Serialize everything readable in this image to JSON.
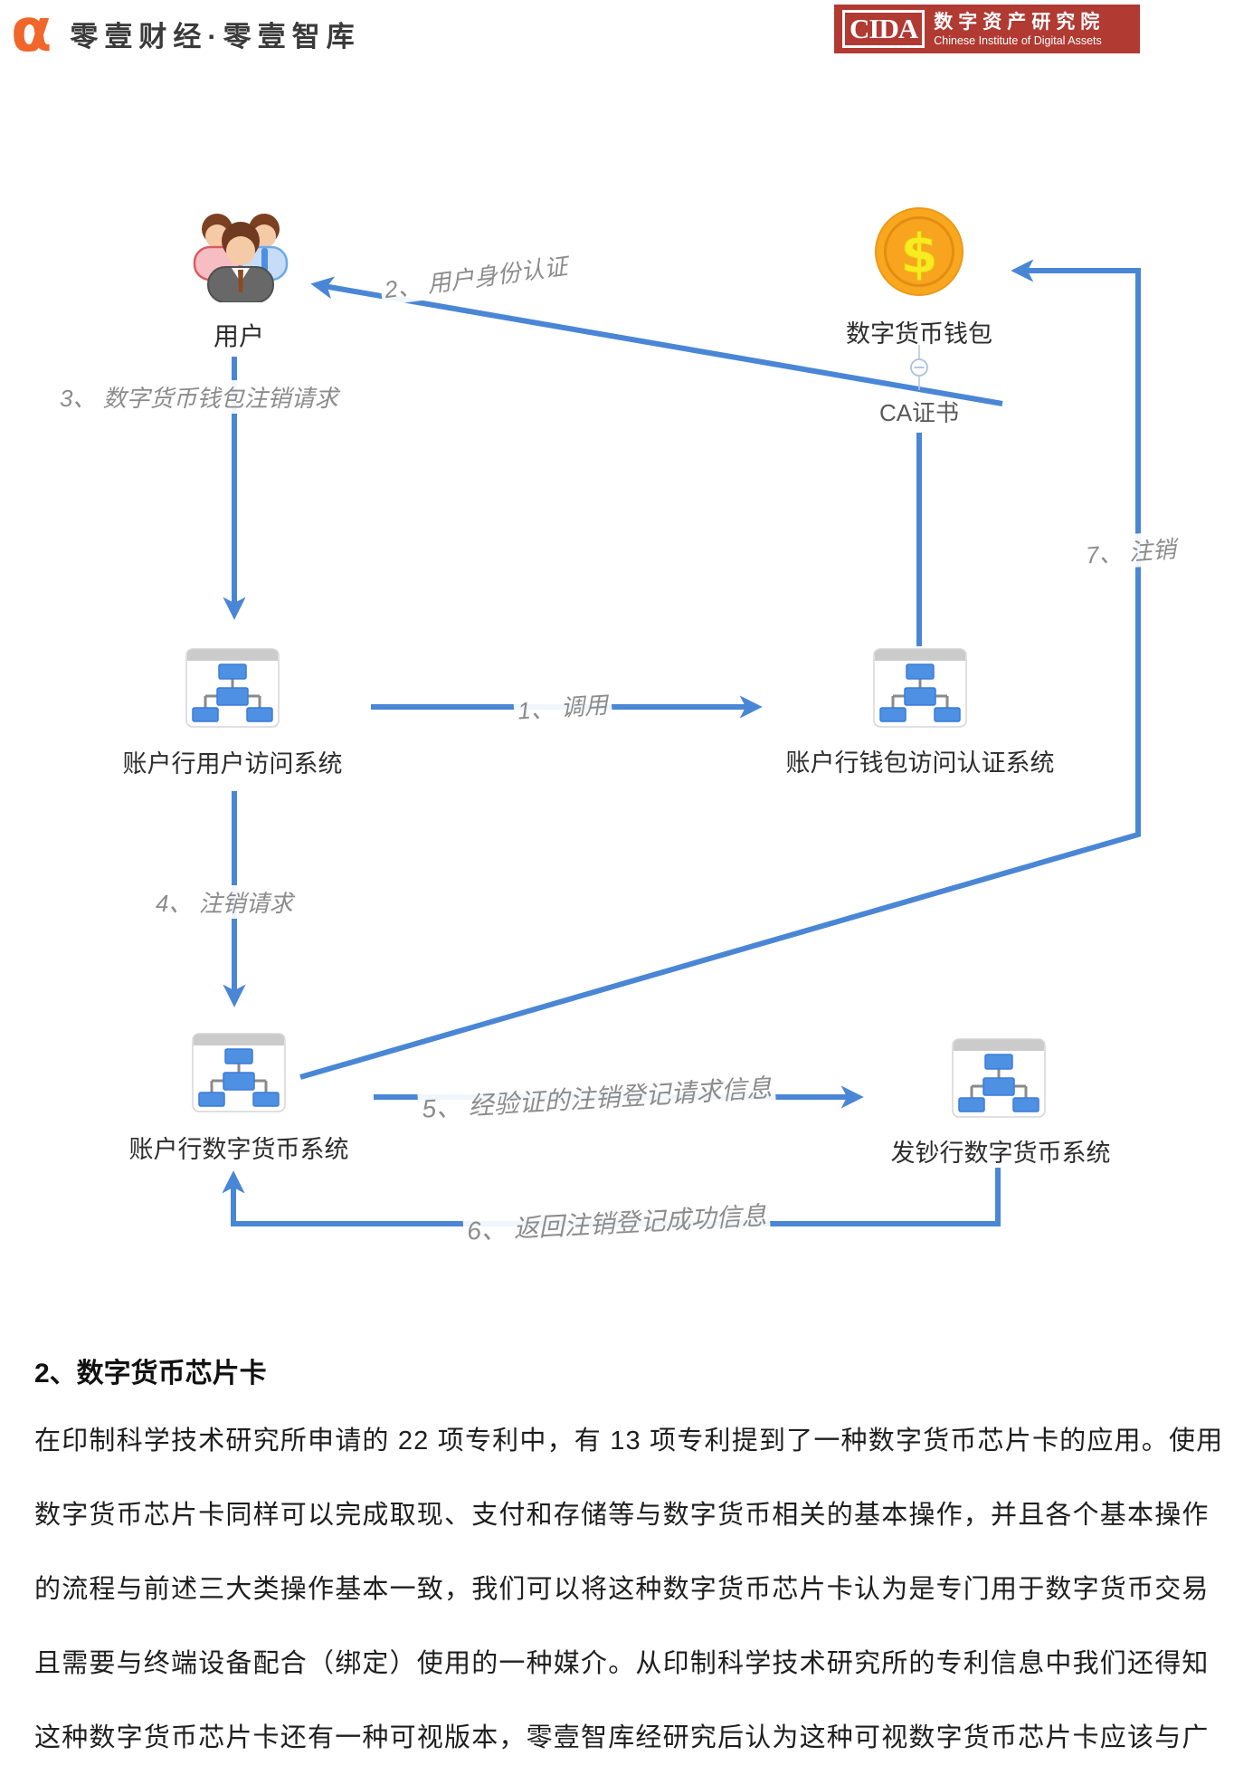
{
  "header": {
    "brand_alpha": "α",
    "brand_name": "零壹财经·零壹智库",
    "brand_color": "#F1662A",
    "cida_acronym": "CIDA",
    "cida_cn": "数字资产研究院",
    "cida_en": "Chinese Institute of Digital Assets",
    "cida_bg": "#B13A33"
  },
  "diagram": {
    "arrow_color": "#4A86D6",
    "edge_label_color": "#8C8C8C",
    "icons": {
      "users": "users-group-icon",
      "wallet": "dollar-coin-icon",
      "system": "org-chart-window-icon"
    },
    "nodes": {
      "users": {
        "label": "用户"
      },
      "wallet": {
        "label": "数字货币钱包"
      },
      "ca_cert": {
        "label": "CA证书"
      },
      "acct_user_access": {
        "label": "账户行用户访问系统"
      },
      "acct_wallet_auth": {
        "label": "账户行钱包访问认证系统"
      },
      "acct_digital_currency": {
        "label": "账户行数字货币系统"
      },
      "issuer_digital_currency": {
        "label": "发钞行数字货币系统"
      }
    },
    "edges": {
      "e1": {
        "label": "1、 调用"
      },
      "e2": {
        "label": "2、 用户身份认证"
      },
      "e3": {
        "label": "3、 数字货币钱包注销请求"
      },
      "e4": {
        "label": "4、 注销请求"
      },
      "e5": {
        "label": "5、 经验证的注销登记请求信息"
      },
      "e6": {
        "label": "6、 返回注销登记成功信息"
      },
      "e7": {
        "label": "7、 注销"
      }
    }
  },
  "content": {
    "heading": "2、数字货币芯片卡",
    "lines": [
      "在印制科学技术研究所申请的 22 项专利中，有 13 项专利提到了一种数字货币芯片卡的应用。使用",
      "数字货币芯片卡同样可以完成取现、支付和存储等与数字货币相关的基本操作，并且各个基本操作",
      "的流程与前述三大类操作基本一致，我们可以将这种数字货币芯片卡认为是专门用于数字货币交易",
      "且需要与终端设备配合（绑定）使用的一种媒介。从印制科学技术研究所的专利信息中我们还得知",
      "这种数字货币芯片卡还有一种可视版本，零壹智库经研究后认为这种可视数字货币芯片卡应该与广"
    ]
  }
}
